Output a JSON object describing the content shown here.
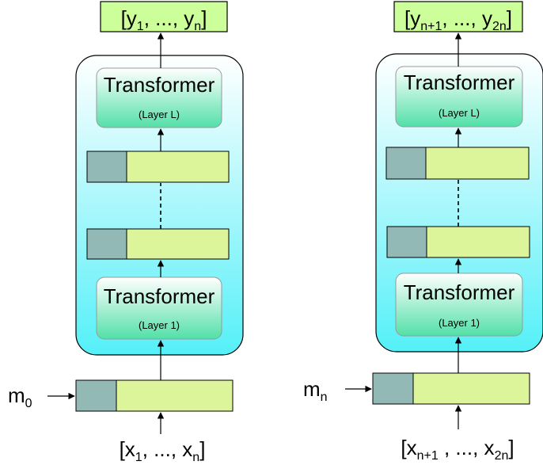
{
  "columns": [
    {
      "output": {
        "main": "[y",
        "sub1": "1",
        "mid": ", ..., y",
        "sub2": "n",
        "end": "]"
      },
      "input": {
        "main": "[x",
        "sub1": "1",
        "mid": ", ..., x",
        "sub2": "n",
        "end": "]"
      },
      "memory": {
        "main": "m",
        "sub": "0"
      },
      "top_block": {
        "title": "Transformer",
        "layer": "(Layer L)"
      },
      "bottom_block": {
        "title": "Transformer",
        "layer": "(Layer 1)"
      }
    },
    {
      "output": {
        "main": "[y",
        "sub1": "n+1",
        "mid": ", ..., y",
        "sub2": "2n",
        "end": "]"
      },
      "input": {
        "main": "[x",
        "sub1": "n+1",
        "mid": " , ..., x",
        "sub2": "2n",
        "end": "]"
      },
      "memory": {
        "main": "m",
        "sub": "n"
      },
      "top_block": {
        "title": "Transformer",
        "layer": "(Layer L)"
      },
      "bottom_block": {
        "title": "Transformer",
        "layer": "(Layer 1)"
      }
    }
  ],
  "colors": {
    "label_box": "#ccff99",
    "segment_fill": "#ddf59a",
    "memory_fill": "#93b9b7",
    "container_top": "#ffffff",
    "container_bottom": "#55f0f8",
    "block_top": "#ffffff",
    "block_bottom": "#52e0a8"
  }
}
